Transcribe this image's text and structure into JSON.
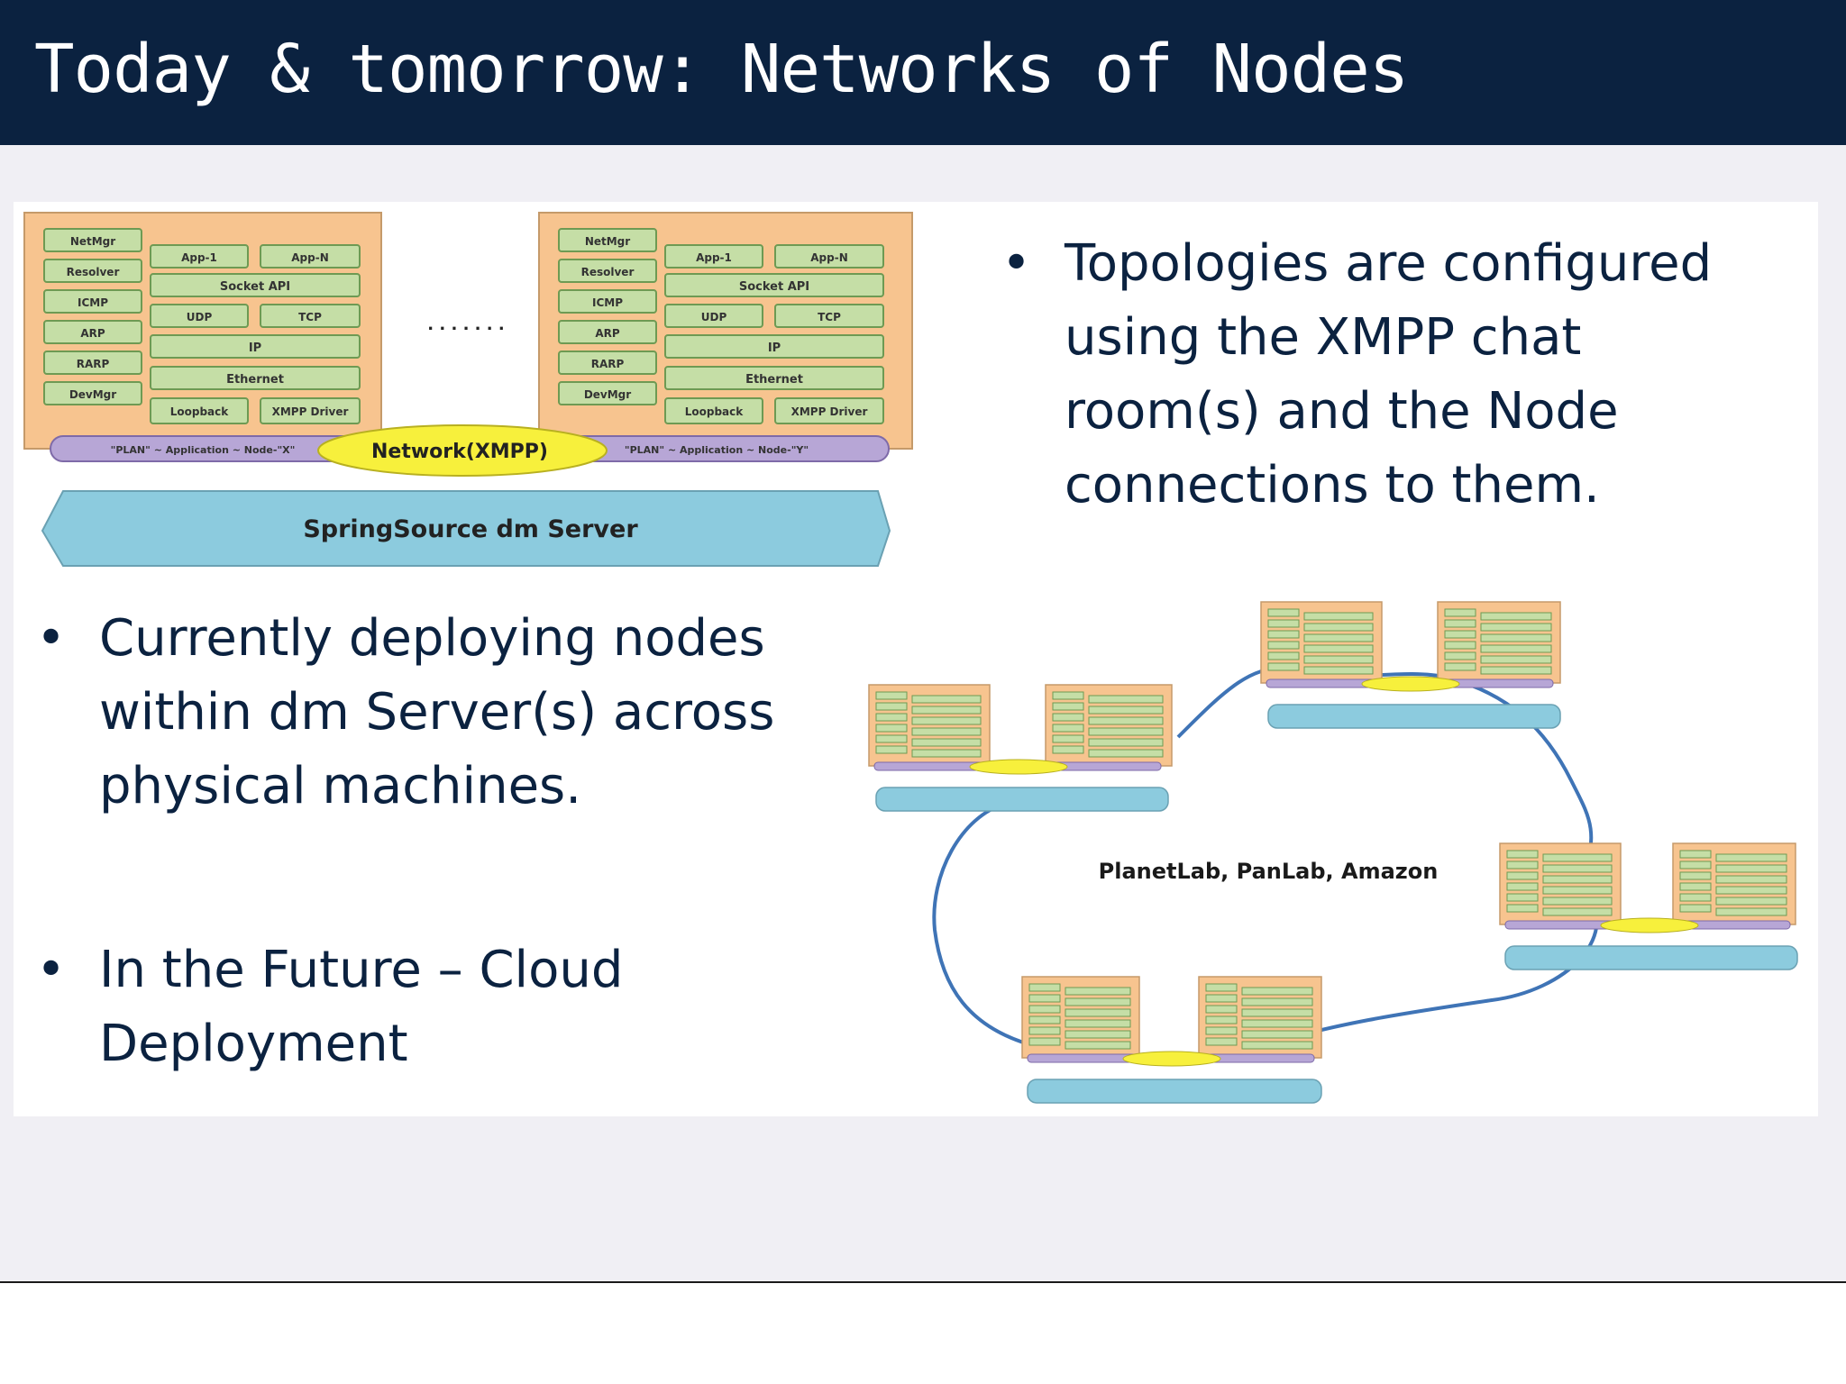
{
  "slide": {
    "title": "Today & tomorrow: Networks of Nodes",
    "bullets": [
      {
        "text": "Topologies are configured using the XMPP chat room(s) and the Node connections  to them."
      },
      {
        "text": "Currently deploying nodes within dm Server(s) across physical machines."
      },
      {
        "text": "In the Future – Cloud Deployment"
      }
    ],
    "bullet_glyph": "•"
  },
  "stack_diagram": {
    "left_column": [
      "NetMgr",
      "Resolver",
      "ICMP",
      "ARP",
      "RARP",
      "DevMgr"
    ],
    "apps": [
      "App-1",
      "App-N"
    ],
    "socket_api": "Socket API",
    "transport": [
      "UDP",
      "TCP"
    ],
    "ip": "IP",
    "ethernet": "Ethernet",
    "drivers": [
      "Loopback",
      "XMPP Driver"
    ],
    "ellipsis": ". . . . . . .",
    "plan_left": "\"PLAN\" ~ Application ~ Node-\"X\"",
    "plan_right": "\"PLAN\" ~ Application ~ Node-\"Y\"",
    "network": "Network(XMPP)",
    "server": "SpringSource dm Server"
  },
  "cloud_diagram": {
    "label": "PlanetLab, PanLab, Amazon"
  },
  "colors": {
    "title_bar": "#0b2240",
    "node_fill": "#f7c48f",
    "layer_fill": "#c5dea6",
    "server_fill": "#8ccbde",
    "network_fill": "#f7f03c",
    "plan_fill": "#b7a6d6",
    "cloud_stroke": "#3f74b6"
  }
}
